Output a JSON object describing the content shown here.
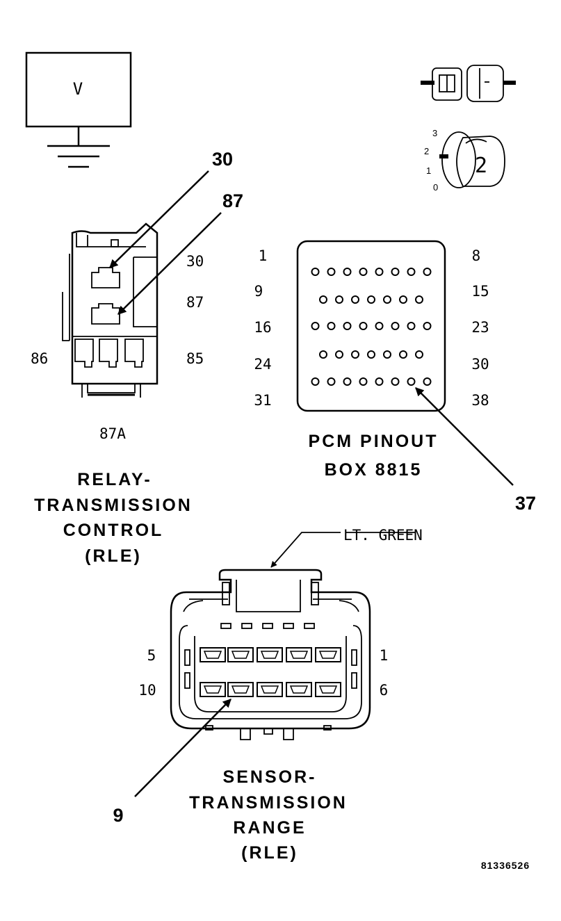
{
  "symbols": {
    "voltmeter_label": "V",
    "icons": [
      "voltmeter-icon",
      "ground-icon",
      "connector-icon",
      "ignition-switch-icon"
    ],
    "ignition_positions": [
      "3",
      "2",
      "1",
      "0"
    ],
    "ignition_selected": "2"
  },
  "relay": {
    "callouts": [
      "30",
      "87"
    ],
    "terminals": {
      "t30": "30",
      "t87": "87",
      "t86": "86",
      "t85": "85",
      "t87a": "87A"
    },
    "title_lines": [
      "RELAY-",
      "TRANSMISSION",
      "CONTROL",
      "(RLE)"
    ]
  },
  "pcm": {
    "left_labels": [
      "1",
      "9",
      "16",
      "24",
      "31"
    ],
    "right_labels": [
      "8",
      "15",
      "23",
      "30",
      "38"
    ],
    "row_pin_counts": [
      8,
      7,
      8,
      7,
      8
    ],
    "callout": "37",
    "title_lines": [
      "PCM PINOUT",
      "BOX 8815"
    ]
  },
  "sensor": {
    "wire_label": "LT. GREEN",
    "left_labels": [
      "5",
      "10"
    ],
    "right_labels": [
      "1",
      "6"
    ],
    "callout": "9",
    "title_lines": [
      "SENSOR-",
      "TRANSMISSION",
      "RANGE",
      "(RLE)"
    ]
  },
  "figure_id": "81336526"
}
